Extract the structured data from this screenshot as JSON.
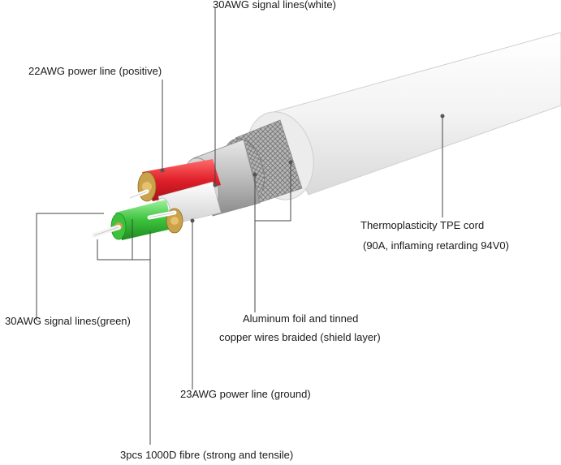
{
  "labels": {
    "signal_white": "30AWG signal lines(white)",
    "power_positive": "22AWG power line (positive)",
    "tpe_cord_line1": "Thermoplasticity TPE cord",
    "tpe_cord_line2": "(90A, inflaming retarding 94V0)",
    "signal_green": "30AWG signal lines(green)",
    "shield_line1": "Aluminum foil and tinned",
    "shield_line2": "copper wires braided (shield layer)",
    "power_ground": "23AWG power line (ground)",
    "fibre": "3pcs 1000D fibre (strong and tensile)"
  },
  "colors": {
    "cable_jacket": "#f2f2f2",
    "positive_wire": "#e0202a",
    "signal_green": "#3cc23c",
    "copper": "#c9a24a",
    "leader_line": "#444444"
  }
}
